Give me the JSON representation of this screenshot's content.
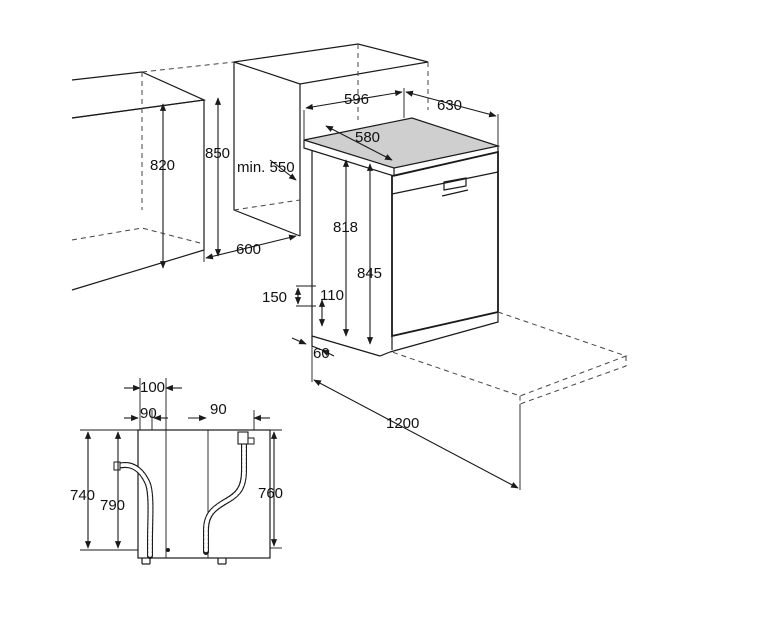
{
  "dimensions": {
    "cabinet_height": "820",
    "worktop_height": "850",
    "min_recess_depth": "min. 550",
    "recess_depth": "600",
    "width": "596",
    "depth": "630",
    "depth_body": "580",
    "height_body": "818",
    "height_total": "845",
    "foot_150": "150",
    "foot_110": "110",
    "foot_60": "60",
    "door_open_depth": "1200",
    "hose_offset_100": "100",
    "hose_offset_90_left": "90",
    "hose_offset_90_right": "90",
    "hose_height_740": "740",
    "hose_height_790": "790",
    "hose_height_760": "760"
  },
  "colors": {
    "line": "#1a1a1a",
    "worktop_fill": "#cfcfcf",
    "background": "#ffffff"
  }
}
